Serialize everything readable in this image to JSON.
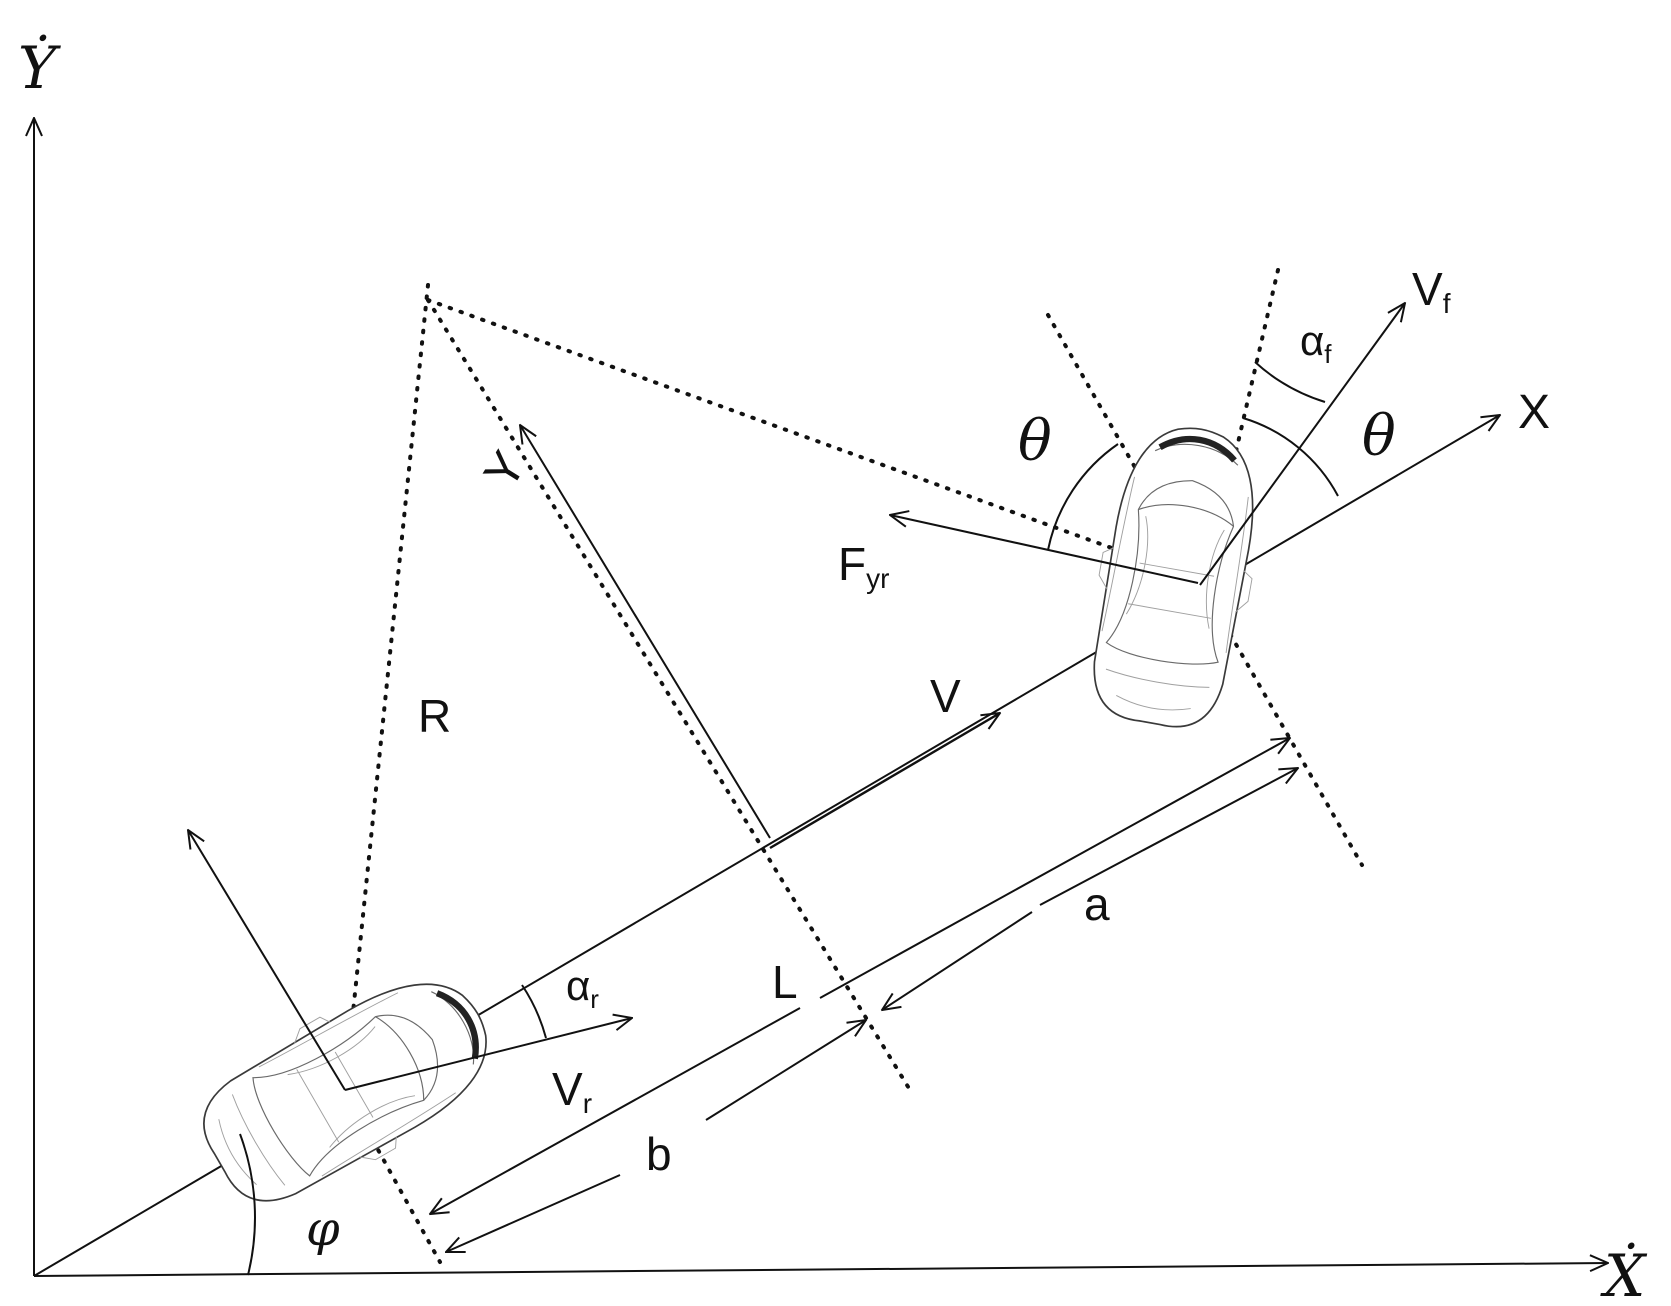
{
  "diagram": {
    "labels": {
      "global_y": "Ẏ",
      "global_x": "Ẋ",
      "body_x": "X",
      "body_y": "Y",
      "front_velocity": "V",
      "front_velocity_sub": "f",
      "front_slip": "α",
      "front_slip_sub": "f",
      "theta_left": "θ",
      "theta_right": "θ",
      "lateral_force": "F",
      "lateral_force_sub": "yr",
      "radius": "R",
      "velocity": "V",
      "rear_slip": "α",
      "rear_slip_sub": "r",
      "rear_velocity": "V",
      "rear_velocity_sub": "r",
      "wheelbase": "L",
      "front_distance": "a",
      "rear_distance": "b",
      "yaw_angle": "φ"
    },
    "colors": {
      "stroke": "#111111",
      "car_outline": "#3a3a3a",
      "background": "#ffffff"
    },
    "icons": {
      "front_vehicle": "car-top-view-icon",
      "rear_vehicle": "car-top-view-icon"
    }
  }
}
